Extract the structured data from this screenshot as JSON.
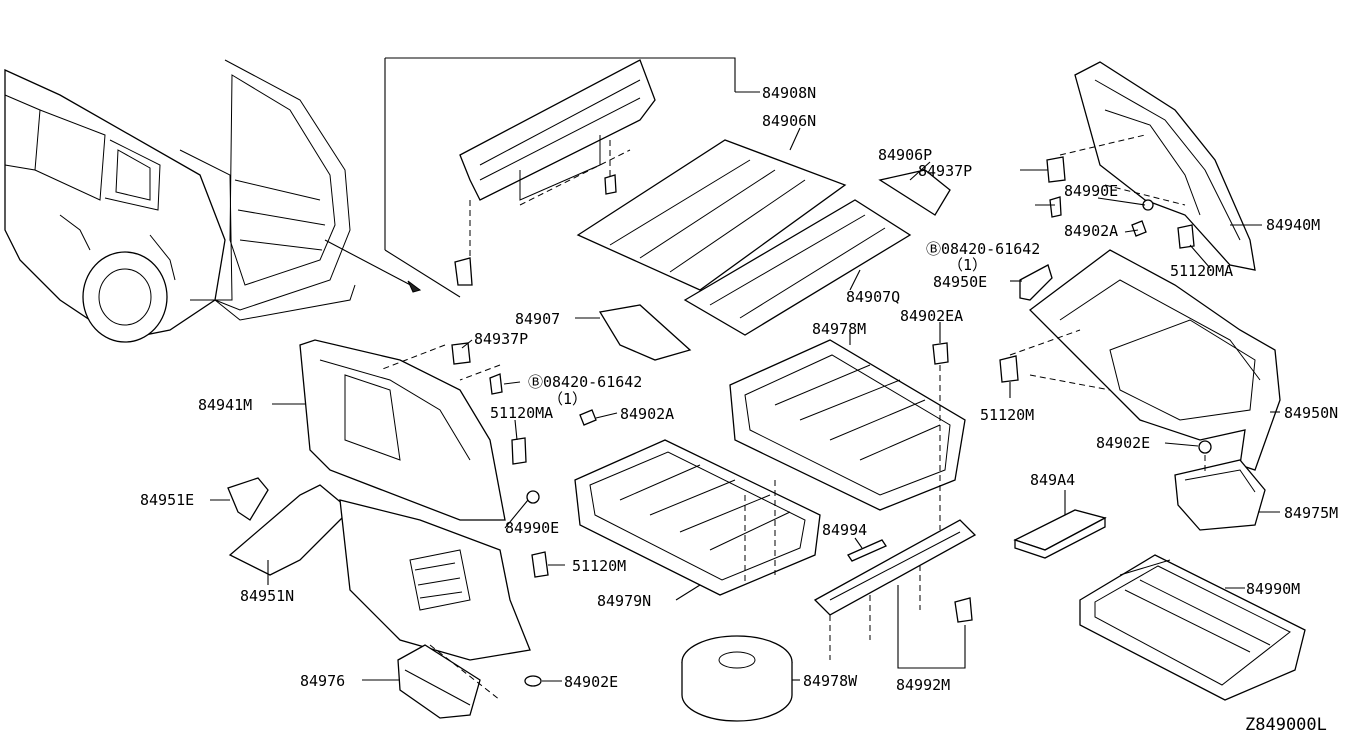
{
  "diagram_id": "Z849000L",
  "callouts": [
    {
      "key": "c1",
      "text": "84908N"
    },
    {
      "key": "c2",
      "text": "84906N"
    },
    {
      "key": "c3",
      "text": "84906P"
    },
    {
      "key": "c4",
      "text": "84937P"
    },
    {
      "key": "c5",
      "text": "84990E"
    },
    {
      "key": "c6",
      "text": "84940M"
    },
    {
      "key": "c7",
      "text": "84902A"
    },
    {
      "key": "c8",
      "text": "Ⓑ08420-61642"
    },
    {
      "key": "c9",
      "text": "（1）"
    },
    {
      "key": "c10",
      "text": "51120MA"
    },
    {
      "key": "c11",
      "text": "84950E"
    },
    {
      "key": "c12",
      "text": "84907Q"
    },
    {
      "key": "c13",
      "text": "84907"
    },
    {
      "key": "c14",
      "text": "84937P"
    },
    {
      "key": "c15",
      "text": "Ⓑ08420-61642"
    },
    {
      "key": "c16",
      "text": "（1）"
    },
    {
      "key": "c17",
      "text": "84978M"
    },
    {
      "key": "c18",
      "text": "84902EA"
    },
    {
      "key": "c19",
      "text": "84941M"
    },
    {
      "key": "c20",
      "text": "51120MA"
    },
    {
      "key": "c21",
      "text": "84902A"
    },
    {
      "key": "c22",
      "text": "51120M"
    },
    {
      "key": "c23",
      "text": "84950N"
    },
    {
      "key": "c24",
      "text": "84902E"
    },
    {
      "key": "c25",
      "text": "849A4"
    },
    {
      "key": "c26",
      "text": "84951E"
    },
    {
      "key": "c27",
      "text": "84990E"
    },
    {
      "key": "c28",
      "text": "84994"
    },
    {
      "key": "c29",
      "text": "84975M"
    },
    {
      "key": "c30",
      "text": "51120M"
    },
    {
      "key": "c31",
      "text": "84990M"
    },
    {
      "key": "c32",
      "text": "84951N"
    },
    {
      "key": "c33",
      "text": "84979N"
    },
    {
      "key": "c34",
      "text": "84976"
    },
    {
      "key": "c35",
      "text": "84902E"
    },
    {
      "key": "c36",
      "text": "84978W"
    },
    {
      "key": "c37",
      "text": "84992M"
    }
  ]
}
